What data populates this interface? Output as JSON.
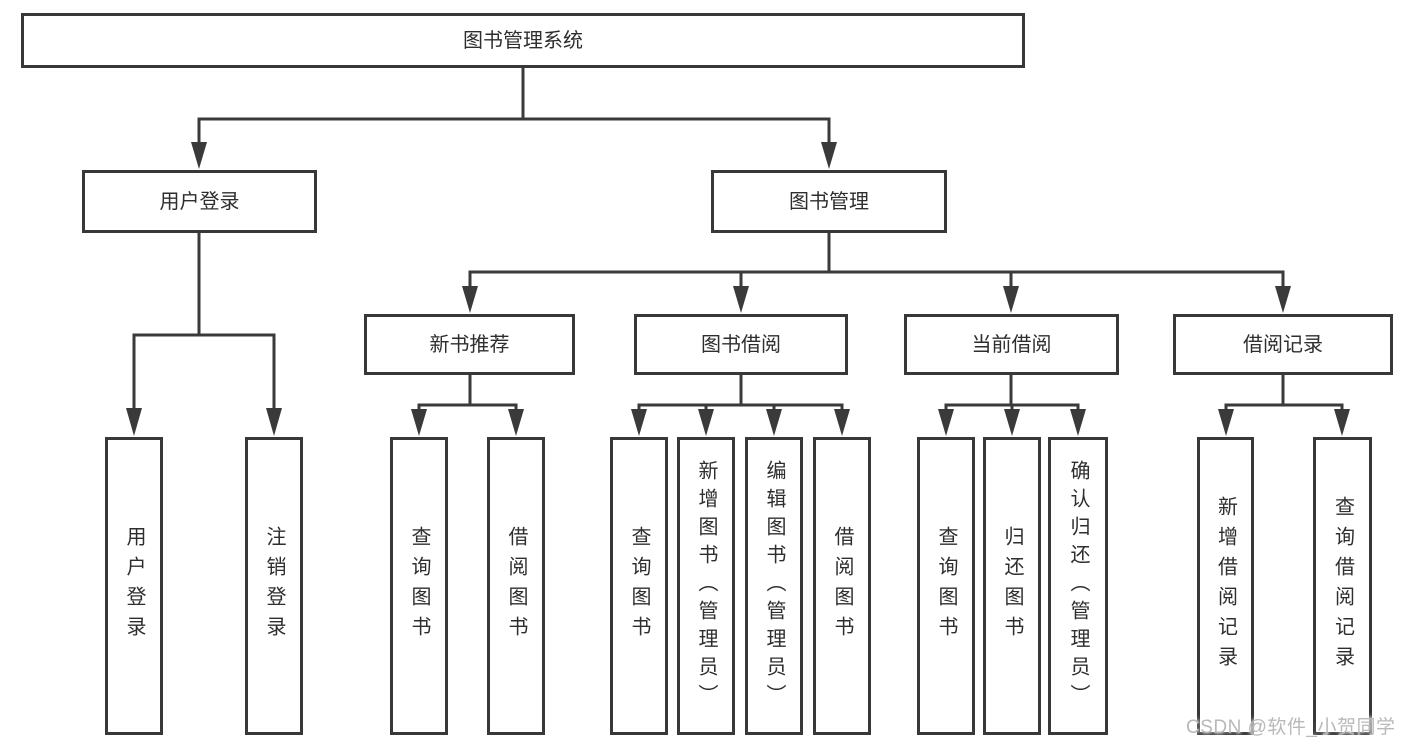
{
  "diagram": {
    "type": "hierarchy-tree",
    "tree": {
      "label": "图书管理系统",
      "children": [
        {
          "label": "用户登录",
          "children": [
            {
              "label": "用户登录"
            },
            {
              "label": "注销登录"
            }
          ]
        },
        {
          "label": "图书管理",
          "children": [
            {
              "label": "新书推荐",
              "children": [
                {
                  "label": "查询图书"
                },
                {
                  "label": "借阅图书"
                }
              ]
            },
            {
              "label": "图书借阅",
              "children": [
                {
                  "label": "查询图书"
                },
                {
                  "label": "新增图书（管理员）"
                },
                {
                  "label": "编辑图书（管理员）"
                },
                {
                  "label": "借阅图书"
                }
              ]
            },
            {
              "label": "当前借阅",
              "children": [
                {
                  "label": "查询图书"
                },
                {
                  "label": "归还图书"
                },
                {
                  "label": "确认归还（管理员）"
                }
              ]
            },
            {
              "label": "借阅记录",
              "children": [
                {
                  "label": "新增借阅记录"
                },
                {
                  "label": "查询借阅记录"
                }
              ]
            }
          ]
        }
      ]
    },
    "watermark": {
      "text": "CSDN @软件_小贺同学"
    },
    "colors": {
      "background": "#ffffff",
      "line": "#3a3a3a",
      "box_border": "#383838",
      "box_fill": "#ffffff",
      "text": "#2e2e2e",
      "watermark": "#b9b9b9"
    }
  }
}
